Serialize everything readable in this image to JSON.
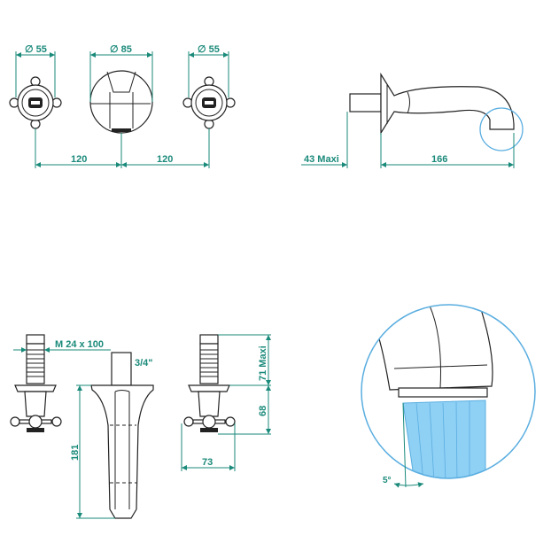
{
  "dimensions": {
    "top_left_handle_dia": "∅ 55",
    "top_center_plate_dia": "∅ 85",
    "top_right_handle_dia": "∅ 55",
    "spacing_left": "120",
    "spacing_right": "120",
    "wall_depth": "43 Maxi",
    "spout_projection": "166",
    "thread": "M 24 x 100",
    "connection": "3/4\"",
    "spout_height": "181",
    "valve_max": "71 Maxi",
    "valve_height": "68",
    "handle_width": "73",
    "spray_angle": "5°"
  },
  "colors": {
    "dimension": "#1a8a7a",
    "highlight": "#5aaee0",
    "stream": "#8fd0f5"
  }
}
